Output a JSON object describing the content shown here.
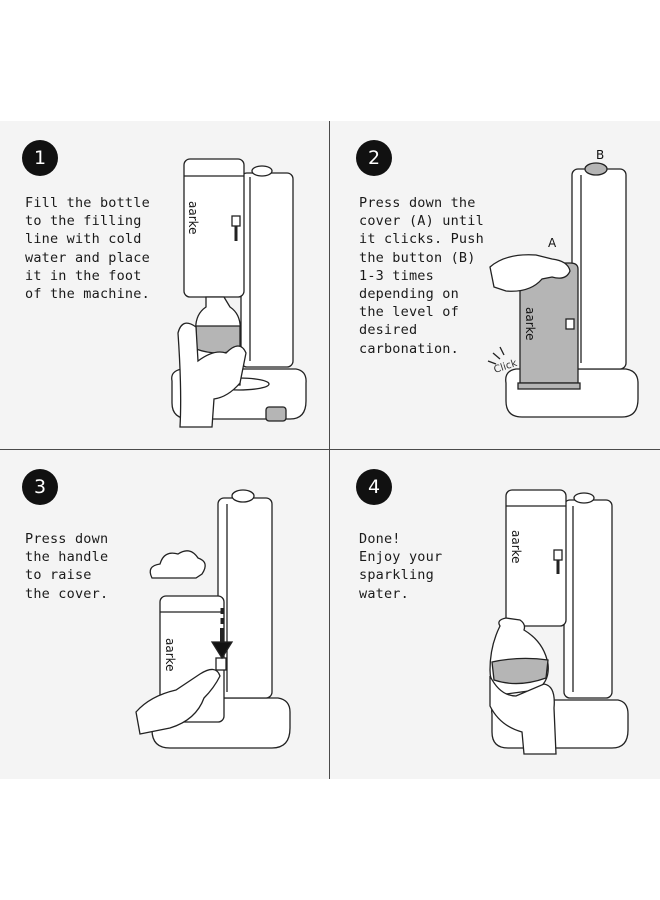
{
  "steps": [
    {
      "number": "1",
      "text": "Fill the bottle\nto the filling\nline with cold\nwater and place\nit in the foot\nof the machine."
    },
    {
      "number": "2",
      "text": "Press down the\ncover (A) until\nit clicks. Push\nthe button (B)\n1-3 times\ndepending on\nthe level of\ndesired\ncarbonation.",
      "label_a": "A",
      "label_b": "B",
      "click_label": "Click"
    },
    {
      "number": "3",
      "text": "Press down\nthe handle\nto raise\nthe cover."
    },
    {
      "number": "4",
      "text": "Done!\nEnjoy your\nsparkling\nwater."
    }
  ],
  "brand_label": "aarke",
  "colors": {
    "panel_bg": "#f4f4f4",
    "badge_bg": "#111111",
    "divider": "#4a4a4a",
    "water": "#b5b5b5"
  }
}
